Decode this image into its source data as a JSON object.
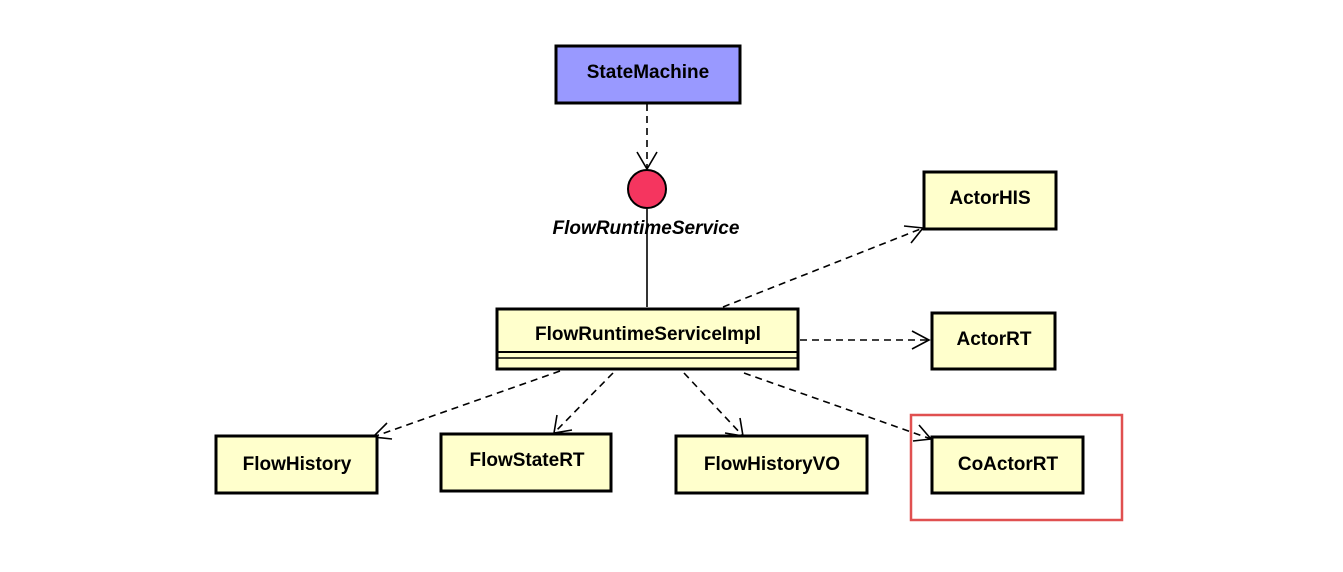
{
  "diagram": {
    "colors": {
      "class_fill": "#ffffcc",
      "state_machine_fill": "#9999ff",
      "interface_fill": "#f5355f",
      "border": "#000000",
      "highlight": "#e05050"
    },
    "nodes": {
      "state_machine": "StateMachine",
      "flow_runtime_service": "FlowRuntimeService",
      "flow_runtime_service_impl": "FlowRuntimeServiceImpl",
      "actor_his": "ActorHIS",
      "actor_rt": "ActorRT",
      "flow_history": "FlowHistory",
      "flow_state_rt": "FlowStateRT",
      "flow_history_vo": "FlowHistoryVO",
      "co_actor_rt": "CoActorRT"
    },
    "relations": [
      {
        "from": "StateMachine",
        "to": "FlowRuntimeService",
        "type": "dependency"
      },
      {
        "from": "FlowRuntimeServiceImpl",
        "to": "FlowRuntimeService",
        "type": "realization"
      },
      {
        "from": "FlowRuntimeServiceImpl",
        "to": "ActorHIS",
        "type": "dependency"
      },
      {
        "from": "FlowRuntimeServiceImpl",
        "to": "ActorRT",
        "type": "dependency"
      },
      {
        "from": "FlowRuntimeServiceImpl",
        "to": "FlowHistory",
        "type": "dependency"
      },
      {
        "from": "FlowRuntimeServiceImpl",
        "to": "FlowStateRT",
        "type": "dependency"
      },
      {
        "from": "FlowRuntimeServiceImpl",
        "to": "FlowHistoryVO",
        "type": "dependency"
      },
      {
        "from": "FlowRuntimeServiceImpl",
        "to": "CoActorRT",
        "type": "dependency"
      }
    ],
    "highlighted_node": "CoActorRT"
  }
}
